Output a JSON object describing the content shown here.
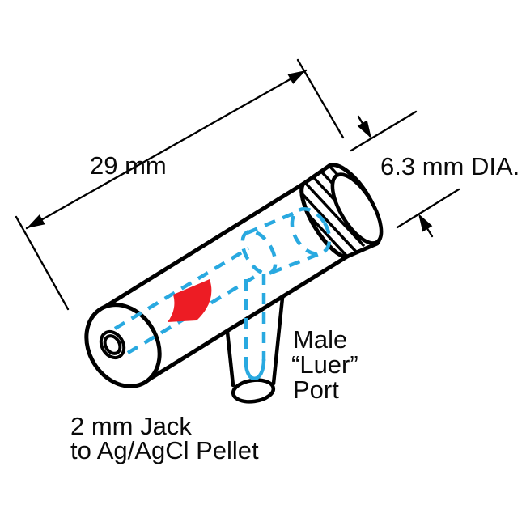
{
  "diagram": {
    "labels": {
      "length": "29 mm",
      "diameter": "6.3 mm DIA.",
      "luer": {
        "line1": "Male",
        "line2": "“Luer”",
        "line3": "Port"
      },
      "jack": {
        "line1": "2 mm Jack",
        "line2": "to Ag/AgCl Pellet"
      }
    },
    "colors": {
      "outline": "#000000",
      "dashed": "#29A9E0",
      "band": "#ED1C24",
      "text": "#0a0a0a",
      "bg": "#FFFFFF"
    }
  }
}
